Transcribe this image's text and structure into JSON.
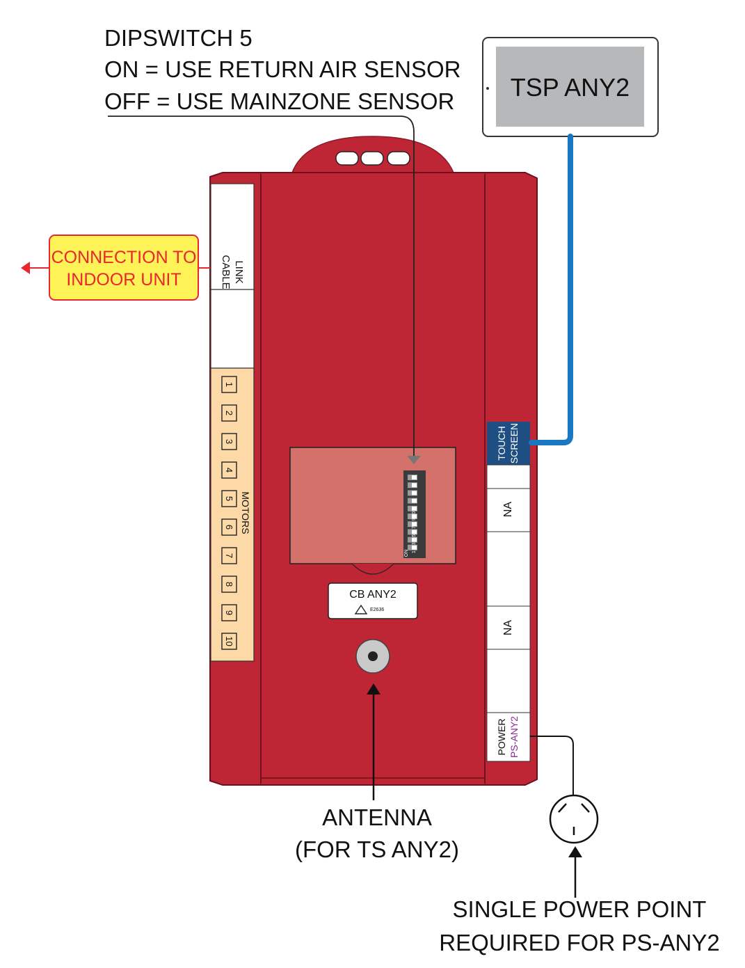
{
  "dipswitch_note": {
    "line1": "DIPSWITCH 5",
    "line2": "ON =  USE RETURN AIR SENSOR",
    "line3": "OFF = USE MAINZONE SENSOR"
  },
  "tsp": {
    "label": "TSP ANY2"
  },
  "indoor_connection": {
    "line1": "CONNECTION TO",
    "line2": "INDOOR UNIT"
  },
  "left_ports": {
    "link_cable": {
      "line1": "LINK",
      "line2": "CABLE"
    },
    "motors_label": "MOTORS",
    "motor_numbers": [
      "1",
      "2",
      "3",
      "4",
      "5",
      "6",
      "7",
      "8",
      "9",
      "10"
    ]
  },
  "right_ports": {
    "touch_screen": {
      "line1": "TOUCH",
      "line2": "SCREEN"
    },
    "na_1": "NA",
    "na_2": "NA",
    "power": {
      "line1": "POWER",
      "line2": "PS-ANY2"
    }
  },
  "dip_block": {
    "numbers": "1 2 3 4 5 6 7 8 9 10",
    "on_label": "ON"
  },
  "board_label": {
    "name": "CB ANY2",
    "cert": "E2636"
  },
  "antenna": {
    "line1": "ANTENNA",
    "line2": "(FOR TS ANY2)"
  },
  "power_point": {
    "line1": "SINGLE POWER POINT",
    "line2": "REQUIRED FOR PS-ANY2"
  },
  "colors": {
    "housing": "#be2535",
    "housing_dark": "#a51e2c",
    "window": "#d4716a",
    "motor_strip": "#fdd9a8",
    "cable_blue": "#1a78c2",
    "touch_label_bg": "#1f4e82",
    "callout_fill": "#fdf256",
    "callout_text": "#e8272e",
    "tsp_screen": "#b6b8ba",
    "ps_any2_text": "#8b2c94"
  }
}
